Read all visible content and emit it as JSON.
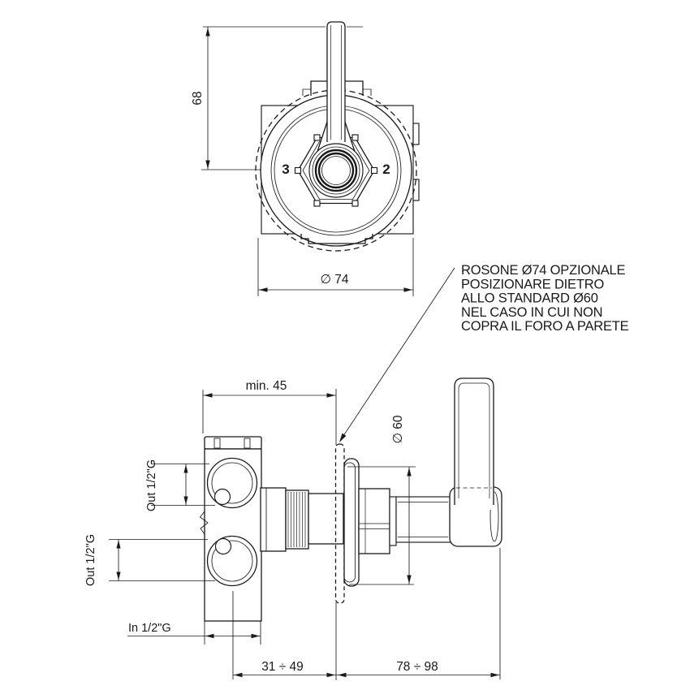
{
  "note": {
    "lines": [
      "ROSONE Ø74 OPZIONALE",
      "POSIZIONARE DIETRO",
      "ALLO STANDARD Ø60",
      "NEL CASO IN CUI NON",
      "COPRA IL FORO A PARETE"
    ]
  },
  "front_view": {
    "height_dim": "68",
    "rosette_diameter_dim": "∅ 74",
    "port_number_left": "3",
    "port_number_right": "2"
  },
  "side_view": {
    "min_recess_dim": "min. 45",
    "escutcheon_diameter_dim": "∅ 60",
    "outlet_top_label": "Out 1/2\"G",
    "outlet_bottom_label": "Out 1/2\"G",
    "inlet_label": "In 1/2\"G",
    "recess_depth_range": "31 ÷ 49",
    "projection_range": "78 ÷ 98"
  },
  "colors": {
    "line": "#1a1a1a",
    "background": "#ffffff"
  }
}
